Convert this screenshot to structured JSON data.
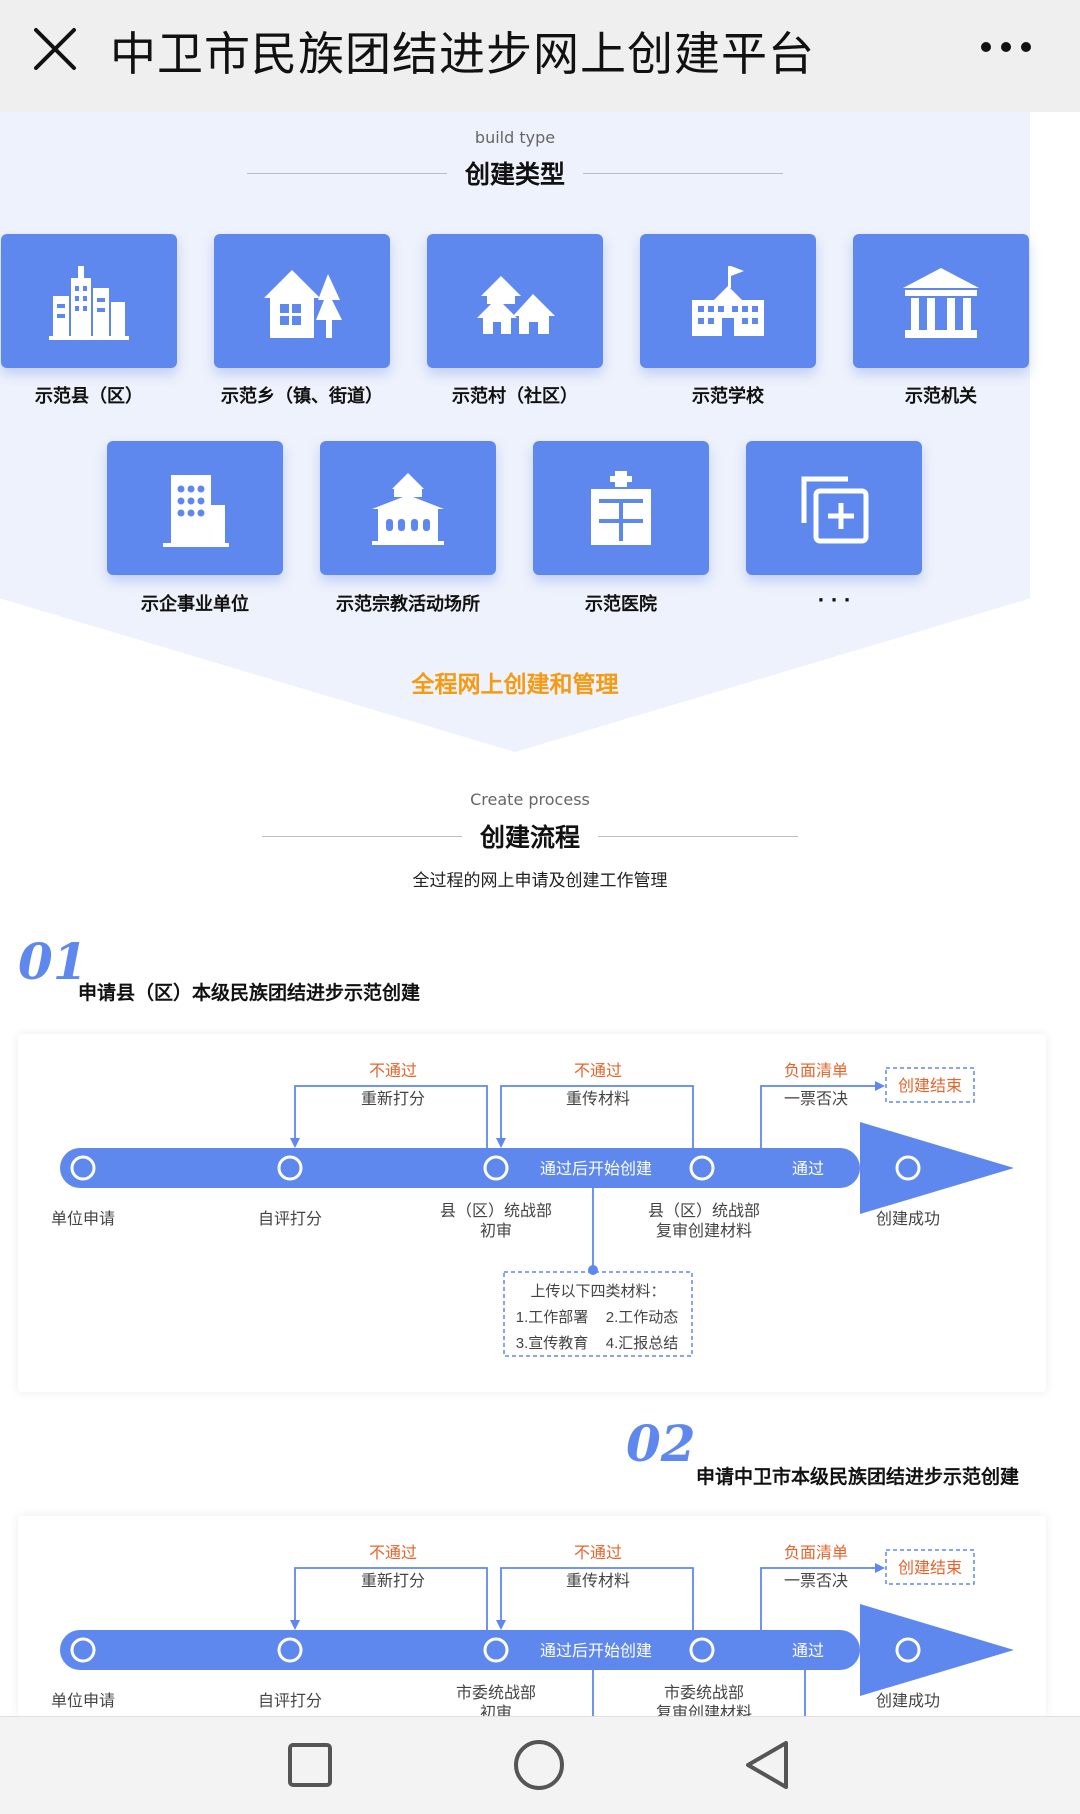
{
  "header": {
    "title": "中卫市民族团结进步网上创建平台"
  },
  "build_type": {
    "subtitle_en": "build type",
    "title": "创建类型",
    "row1": [
      "示范县（区）",
      "示范乡（镇、街道）",
      "示范村（社区）",
      "示范学校",
      "示范机关"
    ],
    "row2": [
      "示企事业单位",
      "示范宗教活动场所",
      "示范医院",
      "· · ·"
    ],
    "slogan": "全程网上创建和管理"
  },
  "process": {
    "subtitle_en": "Create process",
    "title": "创建流程",
    "desc": "全过程的网上申请及创建工作管理",
    "steps": [
      {
        "number": "01",
        "title": "申请县（区）本级民族团结进步示范创建",
        "flow": {
          "fail1": "不通过",
          "rescore": "重新打分",
          "fail2": "不通过",
          "reupload": "重传材料",
          "negative": "负面清单",
          "veto": "一票否决",
          "end": "创建结束",
          "start_create": "通过后开始创建",
          "pass": "通过",
          "n1": "单位申请",
          "n2": "自评打分",
          "n3a": "县（区）统战部",
          "n3b": "初审",
          "n4a": "县（区）统战部",
          "n4b": "复审创建材料",
          "n5": "创建成功",
          "upload_title": "上传以下四类材料：",
          "m1": "1.工作部署",
          "m2": "2.工作动态",
          "m3": "3.宣传教育",
          "m4": "4.汇报总结"
        }
      },
      {
        "number": "02",
        "title": "申请中卫市本级民族团结进步示范创建",
        "flow": {
          "fail1": "不通过",
          "rescore": "重新打分",
          "fail2": "不通过",
          "reupload": "重传材料",
          "negative": "负面清单",
          "veto": "一票否决",
          "end": "创建结束",
          "start_create": "通过后开始创建",
          "pass": "通过",
          "n1": "单位申请",
          "n2": "自评打分",
          "n3a": "市委统战部",
          "n3b": "初审",
          "n4a": "市委统战部",
          "n4b": "复审创建材料",
          "n5": "创建成功"
        }
      }
    ]
  },
  "colors": {
    "accent": "#5f88ee",
    "orange": "#f59a12",
    "fail_text": "#e8632b",
    "panel_bg": "#eef2fc"
  }
}
